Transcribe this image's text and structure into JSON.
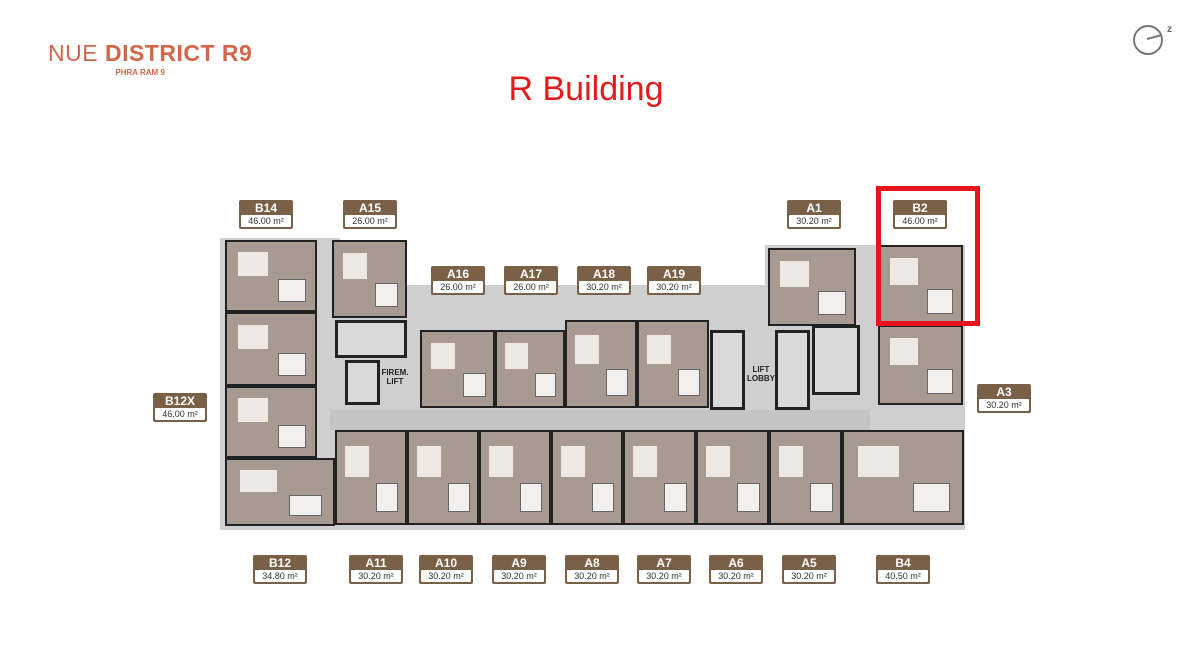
{
  "brand": {
    "name_light": "NUE",
    "name_bold": "DISTRICT R9",
    "subtitle": "PHRA RAM 9"
  },
  "title": "R Building",
  "compass": {
    "icon": "north-arrow-icon",
    "label": "z"
  },
  "core_labels": {
    "fireman_lift": "FIREM. LIFT",
    "lift_lobby": "LIFT LOBBY"
  },
  "highlight": {
    "unit": "B2",
    "color": "#e8141c"
  },
  "colors": {
    "badge": "#7b6048",
    "brand": "#d2664a",
    "title": "#e31b1b"
  },
  "units": [
    {
      "code": "B14",
      "area": "46.00 m²"
    },
    {
      "code": "A15",
      "area": "26.00 m²"
    },
    {
      "code": "A16",
      "area": "26.00 m²"
    },
    {
      "code": "A17",
      "area": "26.00 m²"
    },
    {
      "code": "A18",
      "area": "30.20 m²"
    },
    {
      "code": "A19",
      "area": "30.20 m²"
    },
    {
      "code": "A1",
      "area": "30.20 m²"
    },
    {
      "code": "B2",
      "area": "46.00 m²"
    },
    {
      "code": "B12X",
      "area": "46.00 m²"
    },
    {
      "code": "A3",
      "area": "30.20 m²"
    },
    {
      "code": "B12",
      "area": "34.80 m²"
    },
    {
      "code": "A11",
      "area": "30.20 m²"
    },
    {
      "code": "A10",
      "area": "30.20 m²"
    },
    {
      "code": "A9",
      "area": "30.20 m²"
    },
    {
      "code": "A8",
      "area": "30.20 m²"
    },
    {
      "code": "A7",
      "area": "30.20 m²"
    },
    {
      "code": "A6",
      "area": "30.20 m²"
    },
    {
      "code": "A5",
      "area": "30.20 m²"
    },
    {
      "code": "B4",
      "area": "40.50 m²"
    }
  ]
}
